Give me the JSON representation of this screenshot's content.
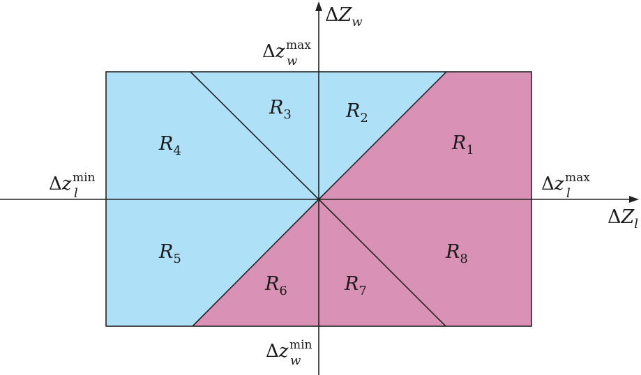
{
  "colors": {
    "blue_region": "#aee0f8",
    "pink_region": "#d992b5",
    "lines": "#222222"
  },
  "axes": {
    "horizontal": {
      "delta": "Δ",
      "var": "Z",
      "sub": "l"
    },
    "vertical": {
      "delta": "Δ",
      "var": "Z",
      "sub": "w"
    }
  },
  "bounds": {
    "w_max": {
      "delta": "Δ",
      "var": "z",
      "sub": "w",
      "sup": "max"
    },
    "w_min": {
      "delta": "Δ",
      "var": "z",
      "sub": "w",
      "sup": "min"
    },
    "l_min": {
      "delta": "Δ",
      "var": "z",
      "sub": "l",
      "sup": "min"
    },
    "l_max": {
      "delta": "Δ",
      "var": "z",
      "sub": "l",
      "sup": "max"
    }
  },
  "regions": [
    {
      "letter": "R",
      "index": "1",
      "fill": "pink"
    },
    {
      "letter": "R",
      "index": "2",
      "fill": "blue"
    },
    {
      "letter": "R",
      "index": "3",
      "fill": "blue"
    },
    {
      "letter": "R",
      "index": "4",
      "fill": "blue"
    },
    {
      "letter": "R",
      "index": "5",
      "fill": "blue"
    },
    {
      "letter": "R",
      "index": "6",
      "fill": "pink"
    },
    {
      "letter": "R",
      "index": "7",
      "fill": "pink"
    },
    {
      "letter": "R",
      "index": "8",
      "fill": "pink"
    }
  ]
}
